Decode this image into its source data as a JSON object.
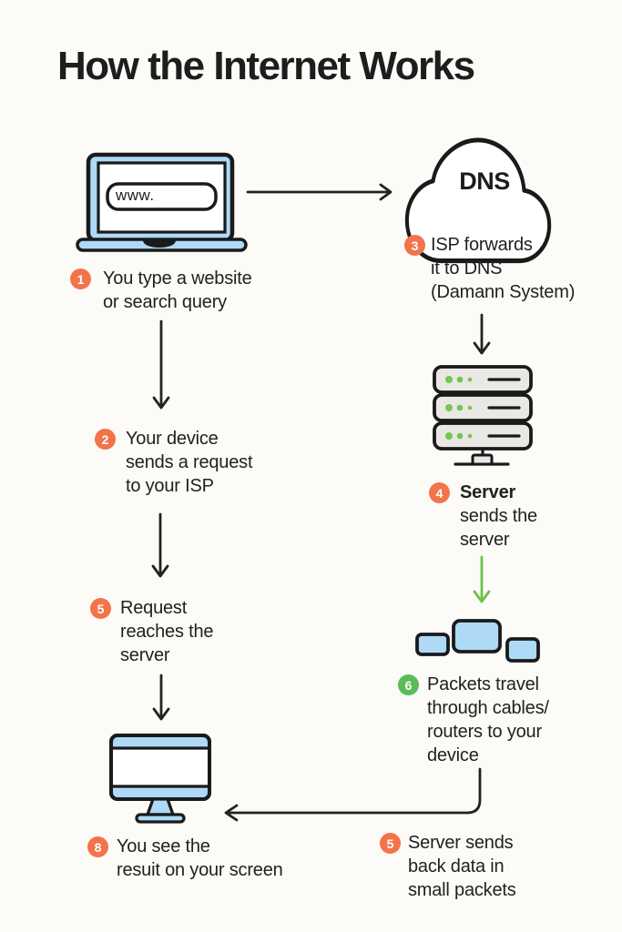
{
  "title": "How the Internet Works",
  "laptop": {
    "url_text": "www."
  },
  "dns": {
    "label": "DNS"
  },
  "steps": {
    "s1": {
      "num": "1",
      "label": "You type a website\nor search query"
    },
    "s2": {
      "num": "2",
      "label": "Your device\nsends a request\nto your ISP"
    },
    "s3": {
      "num": "3",
      "label": "ISP forwards\nit to DNS\n(Damann System)"
    },
    "s4": {
      "num": "4",
      "bold_label": "Server",
      "label": "\nsends the\nserver"
    },
    "s5_left": {
      "num": "5",
      "label": "Request\nreaches the\nserver"
    },
    "s6": {
      "num": "6",
      "label": "Packets travel\nthrough cables/\nrouters to your\ndevice"
    },
    "s5_right": {
      "num": "5",
      "label": "Server sends\nback data in\nsmall packets"
    },
    "s8": {
      "num": "8",
      "label": "You see the\nresuit on your screen"
    }
  },
  "icons": {
    "laptop-icon": "laptop with browser address bar",
    "dns-cloud-icon": "cloud labelled DNS",
    "server-icon": "server rack with status lights",
    "packets-icon": "three data packets",
    "monitor-icon": "desktop monitor"
  },
  "colors": {
    "background": "#FCFBF8",
    "ink": "#1d1d1d",
    "step_orange": "#F3734B",
    "step_green": "#5BBB57",
    "device_blue": "#AED9F7",
    "server_gray": "#E9E8E4",
    "accent_green": "#6CC24A"
  }
}
